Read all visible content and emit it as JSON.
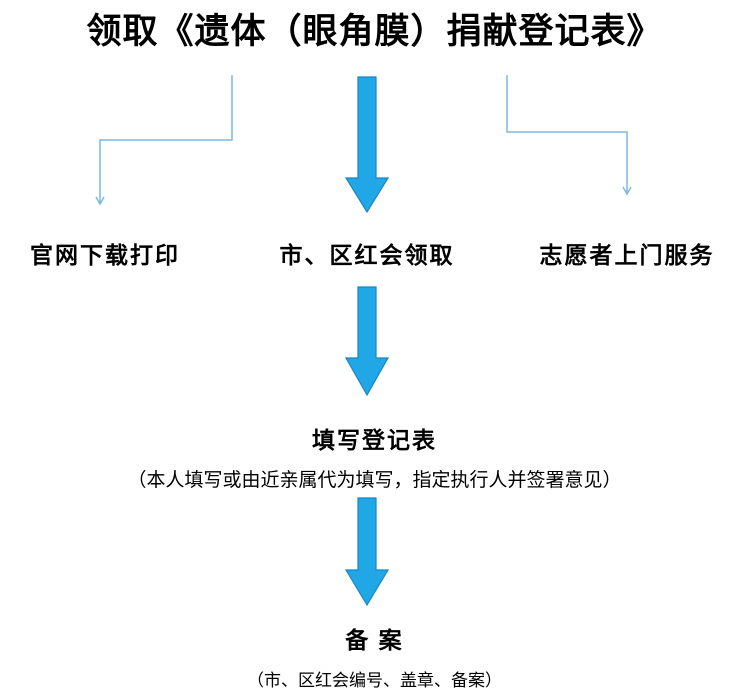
{
  "title": "领取《遗体（眼角膜）捐献登记表》",
  "options": {
    "left": "官网下载打印",
    "center": "市、区红会领取",
    "right": "志愿者上门服务"
  },
  "step_fill": {
    "label": "填写登记表",
    "note": "（本人填写或由近亲属代为填写，指定执行人并签署意见）"
  },
  "step_file": {
    "label": "备 案",
    "note": "（市、区红会编号、盖章、备案）"
  },
  "colors": {
    "arrow": "#22a7e6",
    "arrow_edge": "#1587c9",
    "connector": "#7cb8e0",
    "text": "#000000"
  }
}
